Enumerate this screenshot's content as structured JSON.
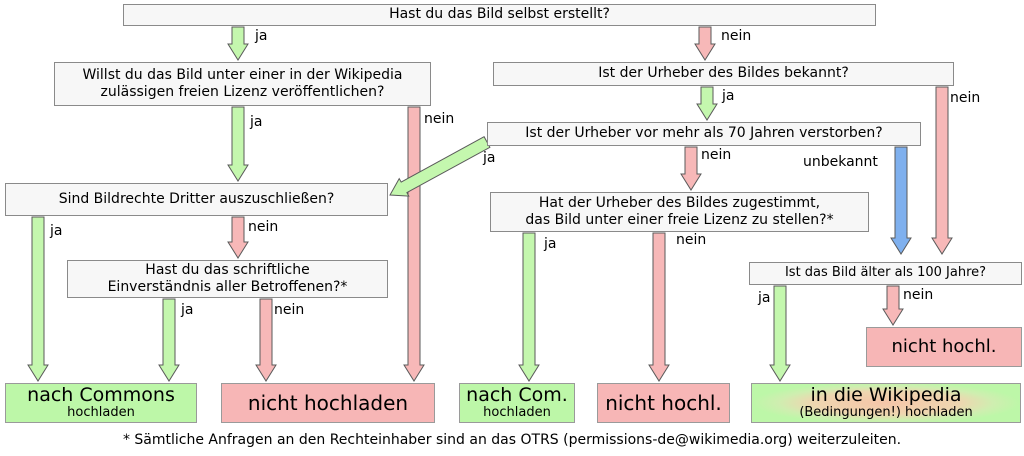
{
  "questions": {
    "q1": "Hast du das Bild selbst erstellt?",
    "q2_line1": "Willst du das Bild unter einer in der Wikipedia",
    "q2_line2": "zulässigen freien Lizenz veröffentlichen?",
    "q3": "Ist der Urheber des Bildes bekannt?",
    "q4": "Ist der Urheber vor mehr als 70 Jahren verstorben?",
    "q5": "Sind Bildrechte Dritter auszuschließen?",
    "q6_line1": "Hat der Urheber des Bildes zugestimmt,",
    "q6_line2": "das Bild unter einer freie Lizenz zu stellen?*",
    "q7_line1": "Hast du das schriftliche",
    "q7_line2": "Einverständnis aller Betroffenen?*",
    "q8": "Ist das Bild älter als 100 Jahre?"
  },
  "labels": {
    "ja": "ja",
    "nein": "nein",
    "unbekannt": "unbekannt"
  },
  "results": {
    "commons_main": "nach Commons",
    "commons_sub": "hochladen",
    "nicht_hochladen": "nicht hochladen",
    "commons_short_main": "nach Com.",
    "commons_short_sub": "hochladen",
    "nicht_hochl": "nicht hochl.",
    "wiki_main": "in die Wikipedia",
    "wiki_sub": "(Bedingungen!) hochladen",
    "nicht_hochl_2": "nicht hochl."
  },
  "footnote": "* Sämtliche Anfragen an den Rechteinhaber sind an das OTRS (permissions-de@wikimedia.org) weiterzuleiten.",
  "colors": {
    "yes_arrow": "#c4f7ae",
    "no_arrow": "#f7b8b8",
    "unknown_arrow": "#7fb0ee",
    "arrow_stroke": "#5a5a5a",
    "yes_box": "#bdf7a8",
    "no_box": "#f7b6b6",
    "question_box": "#f7f7f7"
  }
}
